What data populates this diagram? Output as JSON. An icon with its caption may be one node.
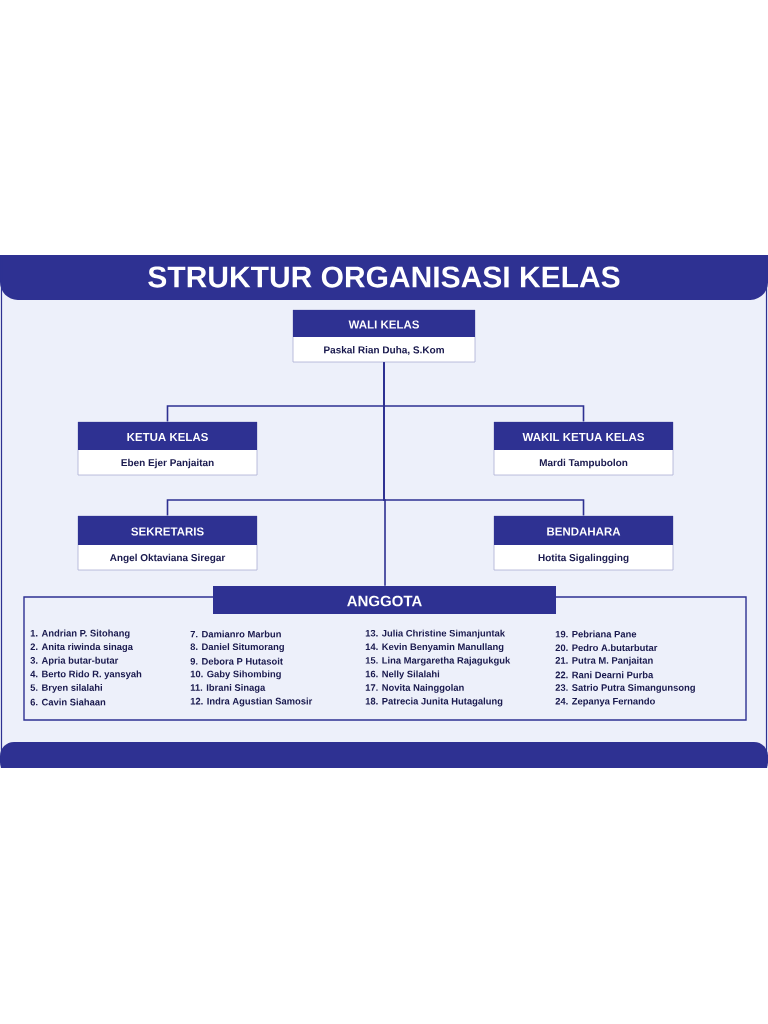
{
  "diagram": {
    "title": "STRUKTUR ORGANISASI KELAS",
    "nodes": [
      {
        "text": [
          "WALI KELAS",
          "Paskal Rian Duha, S.Kom"
        ]
      },
      {
        "text": [
          "KETUA KELAS",
          "Eben Ejer Panjaitan"
        ]
      },
      {
        "text": [
          "WAKIL KETUA KELAS",
          "Mardi Tampubolon"
        ]
      },
      {
        "text": [
          "SEKRETARIS",
          "Angel Oktaviana Siregar"
        ]
      },
      {
        "text": [
          "BENDAHARA",
          "Hotita Sigalingging"
        ]
      },
      {
        "text": [
          "ANGGOTA",
          "1. Andrian P. Sitohang",
          "2. Anita riwinda sinaga",
          "3. Apria butar-butar",
          "4. Berto Rido R. yansyah",
          "5. Bryen silalahi",
          "6. Cavin Siahaan",
          "7. Damianro Marbun",
          "8. Daniel Situmorang",
          "9. Debora P Hutasoit",
          "10. Gaby Sihombing",
          "11. Ibrani Sinaga",
          "12. Indra Agustian Samosir",
          "13. Julia Christine Simanjuntak",
          "14. Kevin Benyamin Manullang",
          "15. Lina Margaretha Rajagukguk",
          "16. Nelly Silalahi",
          "17. Novita Nainggolan",
          "18. Patrecia Junita Hutagalung",
          "19. Pebriana Pane",
          "20. Pedro A.butarbutar",
          "21. Putra M. Panjaitan",
          "22. Rani Dearni Purba",
          "23. Satrio Putra Simangunsong",
          "24. Zepanya Fernando"
        ]
      }
    ],
    "edges": [
      {
        "from": 0,
        "to": 1,
        "arrow": "none"
      },
      {
        "from": 0,
        "to": 2,
        "arrow": "none"
      },
      {
        "from": 0,
        "to": 3,
        "arrow": "none"
      },
      {
        "from": 0,
        "to": 4,
        "arrow": "none"
      },
      {
        "from": 0,
        "to": 5,
        "arrow": "none"
      }
    ]
  }
}
